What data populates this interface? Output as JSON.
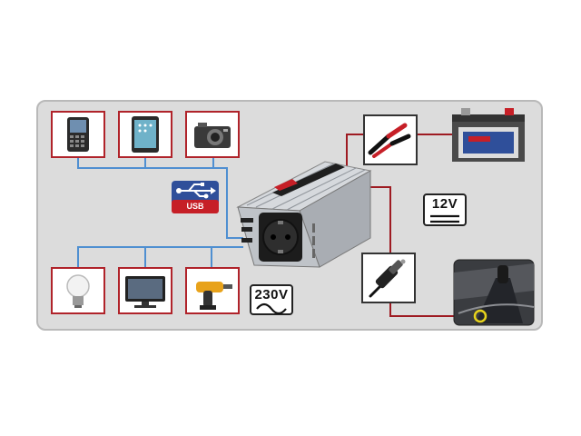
{
  "diagram": {
    "center_device": "power-inverter",
    "connectors": {
      "wire_color": "#4f8fd1",
      "power_color": "#9e1b22"
    },
    "badges": {
      "usb": "USB",
      "dc_voltage": "12V",
      "ac_voltage": "230V"
    },
    "top_devices": [
      "smartphone-icon",
      "tablet-icon",
      "camera-icon"
    ],
    "bottom_devices": [
      "bulb-icon",
      "tv-icon",
      "drill-icon"
    ],
    "power_sources": [
      "battery-clamps-icon",
      "cigarette-plug-icon"
    ]
  }
}
